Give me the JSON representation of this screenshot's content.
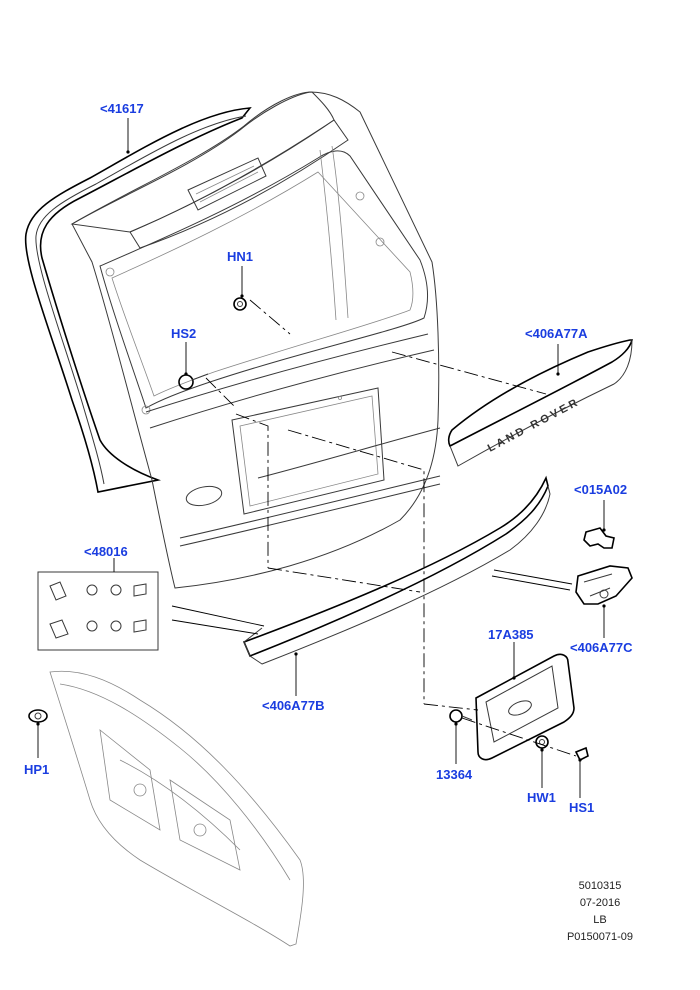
{
  "callouts": {
    "c41617": "<41617",
    "hn1": "HN1",
    "hs2": "HS2",
    "c406a77a": "<406A77A",
    "c015a02": "<015A02",
    "c48016": "<48016",
    "c406a77c": "<406A77C",
    "c17a385": "17A385",
    "c406a77b": "<406A77B",
    "hp1": "HP1",
    "c13364": "13364",
    "hw1": "HW1",
    "hs1": "HS1"
  },
  "badge_text": "LAND ROVER",
  "footer": {
    "line1": "5010315",
    "line2": "07-2016",
    "line3": "LB",
    "line4": "P0150071-09"
  },
  "colors": {
    "callout": "#1a3de0",
    "linework": "#3a3a3a"
  }
}
